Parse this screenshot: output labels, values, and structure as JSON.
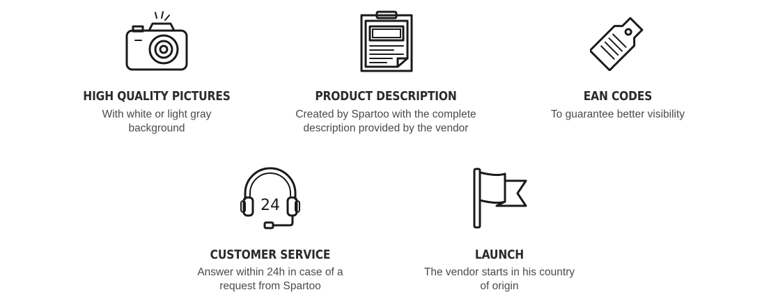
{
  "features": [
    {
      "title": "HIGH QUALITY PICTURES",
      "desc_line1": "With white or light gray",
      "desc_line2": "background",
      "icon": "camera-icon"
    },
    {
      "title": "PRODUCT DESCRIPTION",
      "desc_line1": "Created by Spartoo with the complete",
      "desc_line2": "description provided by the vendor",
      "icon": "clipboard-icon"
    },
    {
      "title": "EAN CODES",
      "desc_line1": "To guarantee better visibility",
      "desc_line2": "",
      "icon": "tag-icon"
    },
    {
      "title": "CUSTOMER SERVICE",
      "desc_line1": "Answer within 24h in case of a",
      "desc_line2": "request from Spartoo",
      "icon": "headset-icon",
      "icon_text": "24"
    },
    {
      "title": "LAUNCH",
      "desc_line1": "The vendor starts in his country",
      "desc_line2": "of origin",
      "icon": "flag-icon"
    }
  ]
}
